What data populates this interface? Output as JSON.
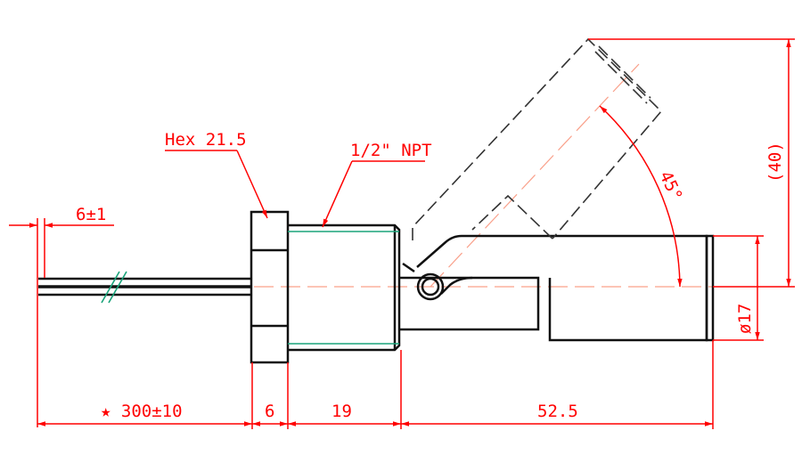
{
  "labels": {
    "hex": "Hex 21.5",
    "thread": "1/2\" NPT",
    "strip_length": "6±1",
    "angle": "45°",
    "float_height": "(40)",
    "float_diameter": "ø17",
    "cable_length": "★ 300±10",
    "hex_width": "6",
    "thread_length": "19",
    "float_length": "52.5"
  },
  "colors": {
    "outline": "#111111",
    "dimension": "#ff0000",
    "centerline": "#f9a08a",
    "thread": "#1aa37a"
  }
}
